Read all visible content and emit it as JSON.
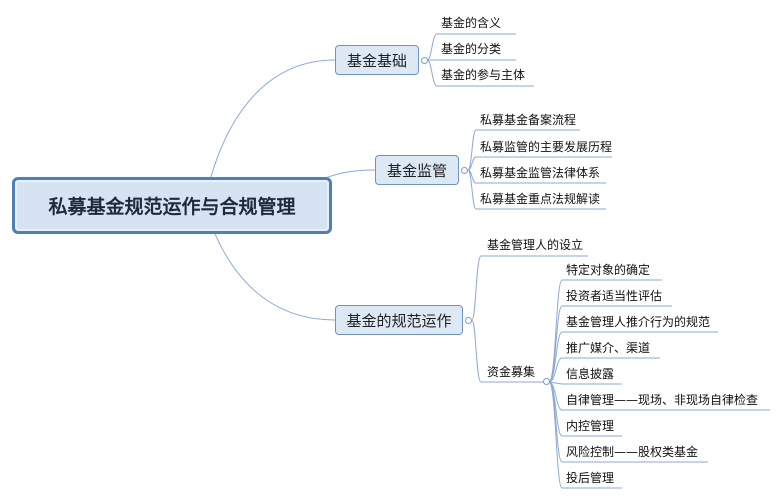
{
  "root": "私募基金规范运作与合规管理",
  "branches": [
    {
      "label": "基金基础",
      "leaves": [
        "基金的含义",
        "基金的分类",
        "基金的参与主体"
      ]
    },
    {
      "label": "基金监管",
      "leaves": [
        "私募基金备案流程",
        "私募监管的主要发展历程",
        "私募基金监管法律体系",
        "私募基金重点法规解读"
      ]
    },
    {
      "label": "基金的规范运作",
      "leaves": [
        "基金管理人的设立",
        "资金募集"
      ],
      "sub": {
        "label": "资金募集",
        "leaves": [
          "特定对象的确定",
          "投资者适当性评估",
          "基金管理人推介行为的规范",
          "推广媒介、渠道",
          "信息披露",
          "自律管理——现场、非现场自律检查",
          "内控管理",
          "风险控制——股权类基金",
          "投后管理"
        ]
      }
    }
  ],
  "colors": {
    "line": "#8eaad3",
    "branch_fill": "#dde8f5",
    "root_fill": "#d5e3f3",
    "root_border": "#4f7fb7"
  }
}
